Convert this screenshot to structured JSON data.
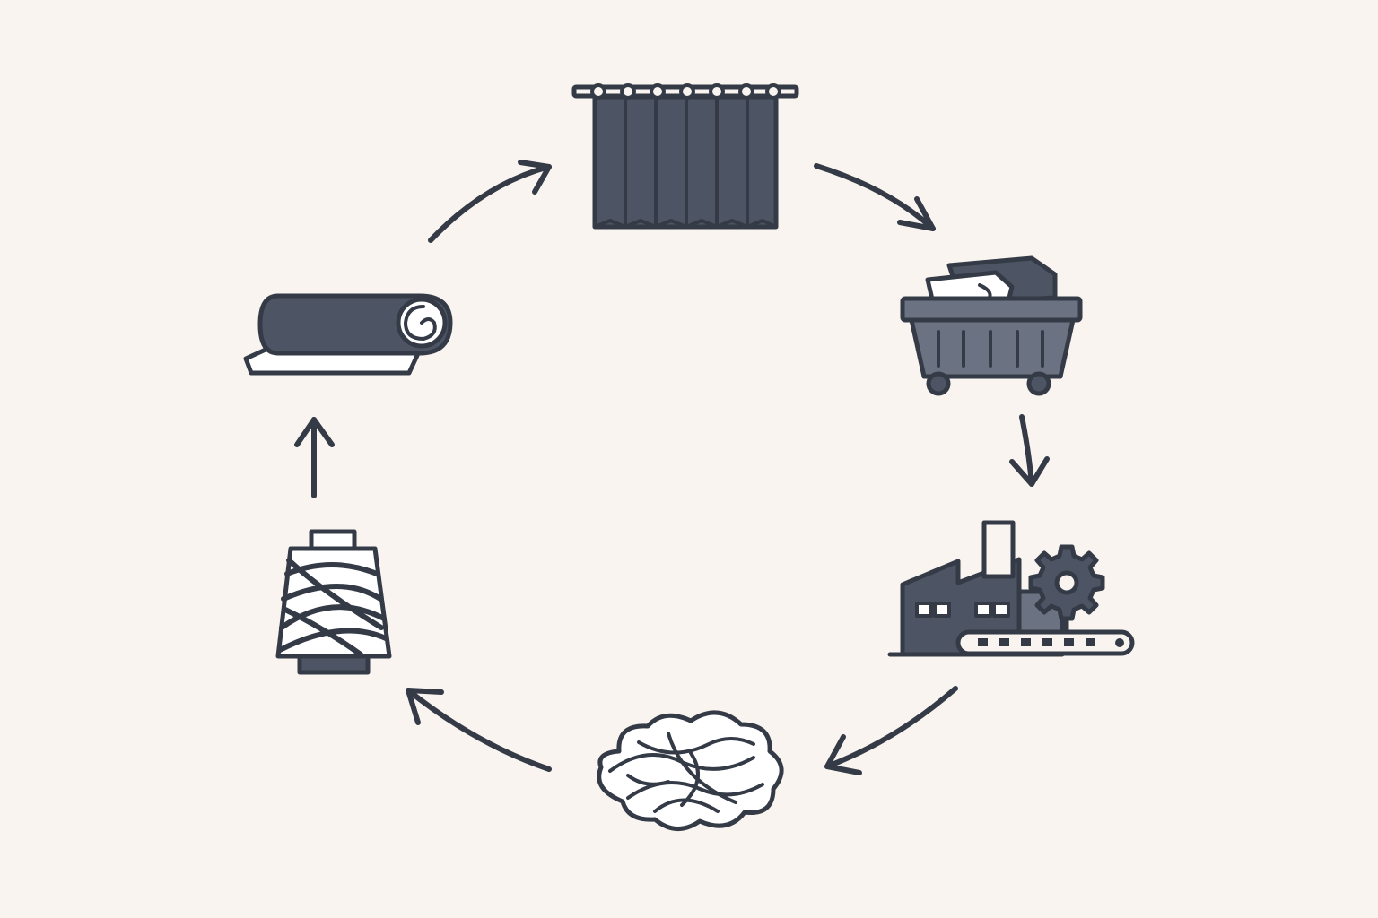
{
  "diagram": {
    "kind": "cycle",
    "direction": "clockwise",
    "nodes": [
      {
        "id": "curtain",
        "icon": "curtain-icon"
      },
      {
        "id": "bin",
        "icon": "textile-collection-bin-icon"
      },
      {
        "id": "factory",
        "icon": "recycling-factory-icon"
      },
      {
        "id": "fibers",
        "icon": "fiber-tangle-icon"
      },
      {
        "id": "yarn",
        "icon": "yarn-cone-icon"
      },
      {
        "id": "fabric",
        "icon": "fabric-roll-icon"
      }
    ],
    "edges": [
      {
        "from": "curtain",
        "to": "bin"
      },
      {
        "from": "bin",
        "to": "factory"
      },
      {
        "from": "factory",
        "to": "fibers"
      },
      {
        "from": "fibers",
        "to": "yarn"
      },
      {
        "from": "yarn",
        "to": "fabric"
      },
      {
        "from": "fabric",
        "to": "curtain"
      }
    ]
  },
  "colors": {
    "background": "#f9f4ef",
    "ink": "#343b47",
    "fill_dark": "#4d5564",
    "fill_mid": "#6b7382",
    "paper": "#ffffff"
  }
}
